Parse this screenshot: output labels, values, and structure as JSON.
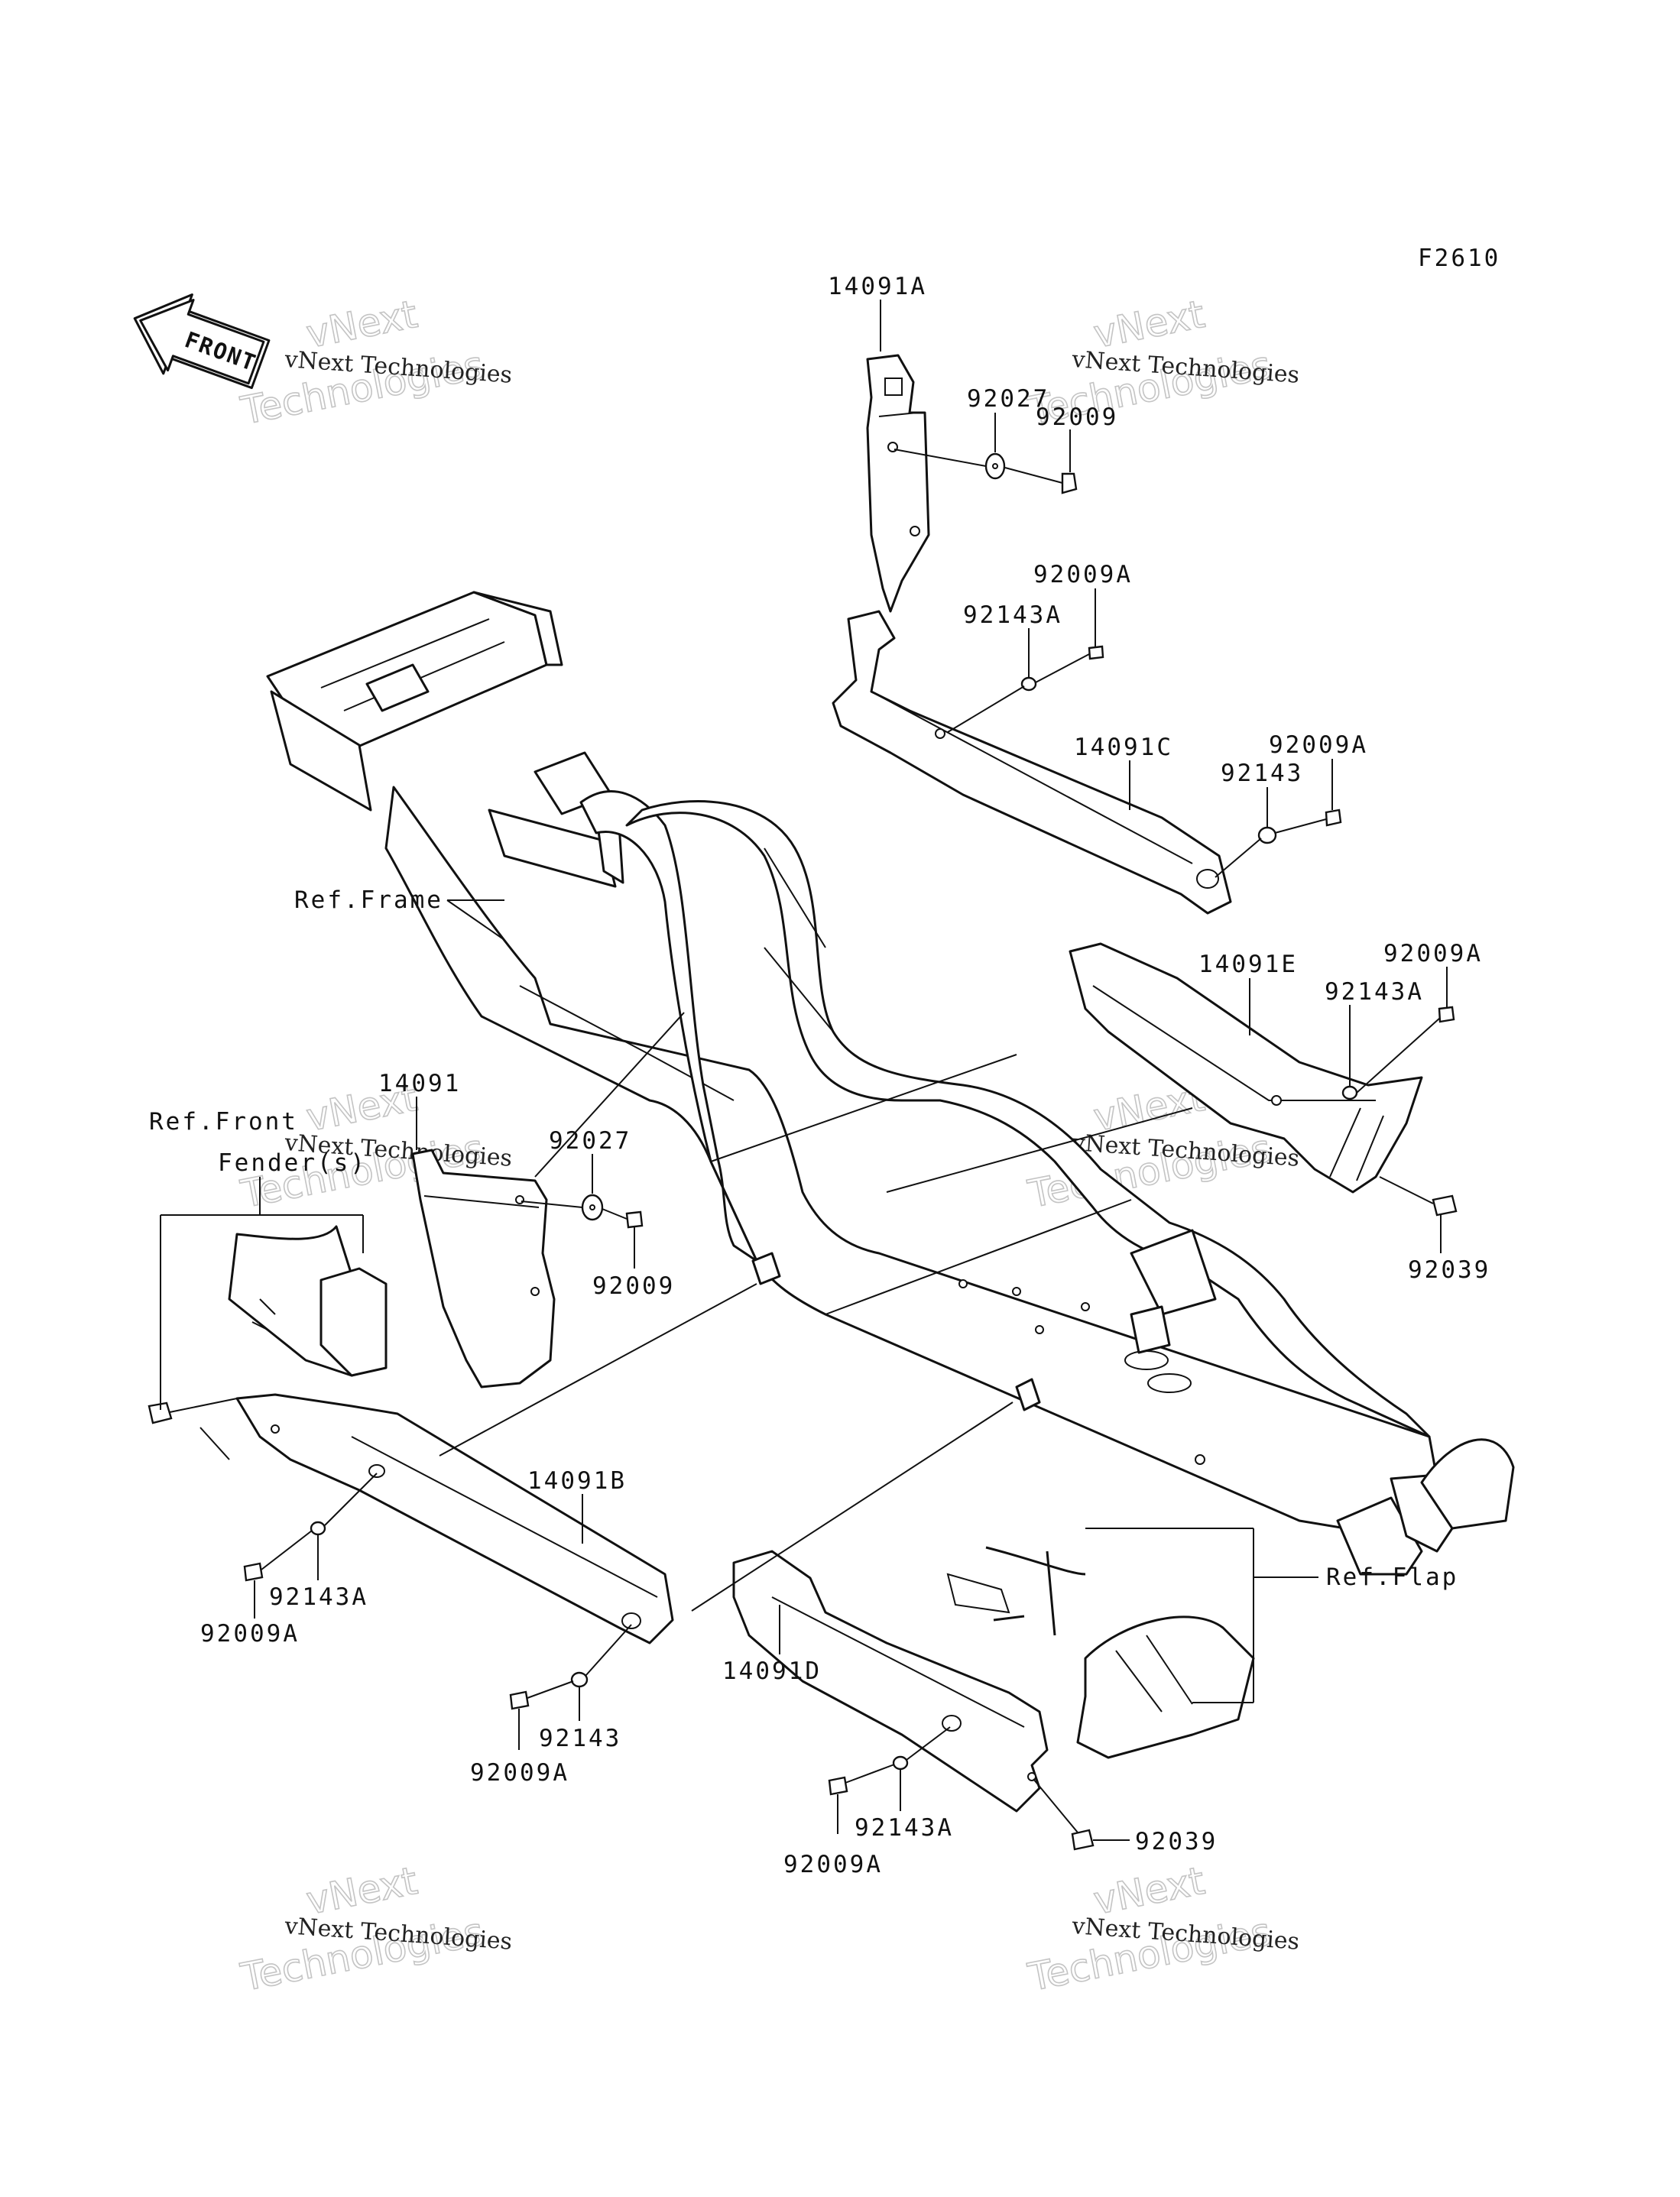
{
  "figure_code": "F2610",
  "front_badge": "FRONT",
  "watermark": {
    "line1": "vNext Technologies",
    "line2_a": "vNext",
    "line2_b": "Technologies"
  },
  "labels": {
    "p14091A": "14091A",
    "p92027_top": "92027",
    "p92009_top": "92009",
    "p92009A_a": "92009A",
    "p92143A_a": "92143A",
    "p14091C": "14091C",
    "p92009A_b": "92009A",
    "p92143_a": "92143",
    "ref_frame": "Ref.Frame",
    "p92009A_c": "92009A",
    "p14091E": "14091E",
    "p92143A_b": "92143A",
    "p14091": "14091",
    "ref_front_fender_1": "Ref.Front",
    "ref_front_fender_2": "Fender(s)",
    "p92027_mid": "92027",
    "p92009_mid": "92009",
    "p92039_a": "92039",
    "p14091B": "14091B",
    "p92143A_c": "92143A",
    "p92009A_d": "92009A",
    "ref_flap": "Ref.Flap",
    "p92143_b": "92143",
    "p92009A_e": "92009A",
    "p14091D": "14091D",
    "p92143A_d": "92143A",
    "p92009A_f": "92009A",
    "p92039_b": "92039"
  }
}
